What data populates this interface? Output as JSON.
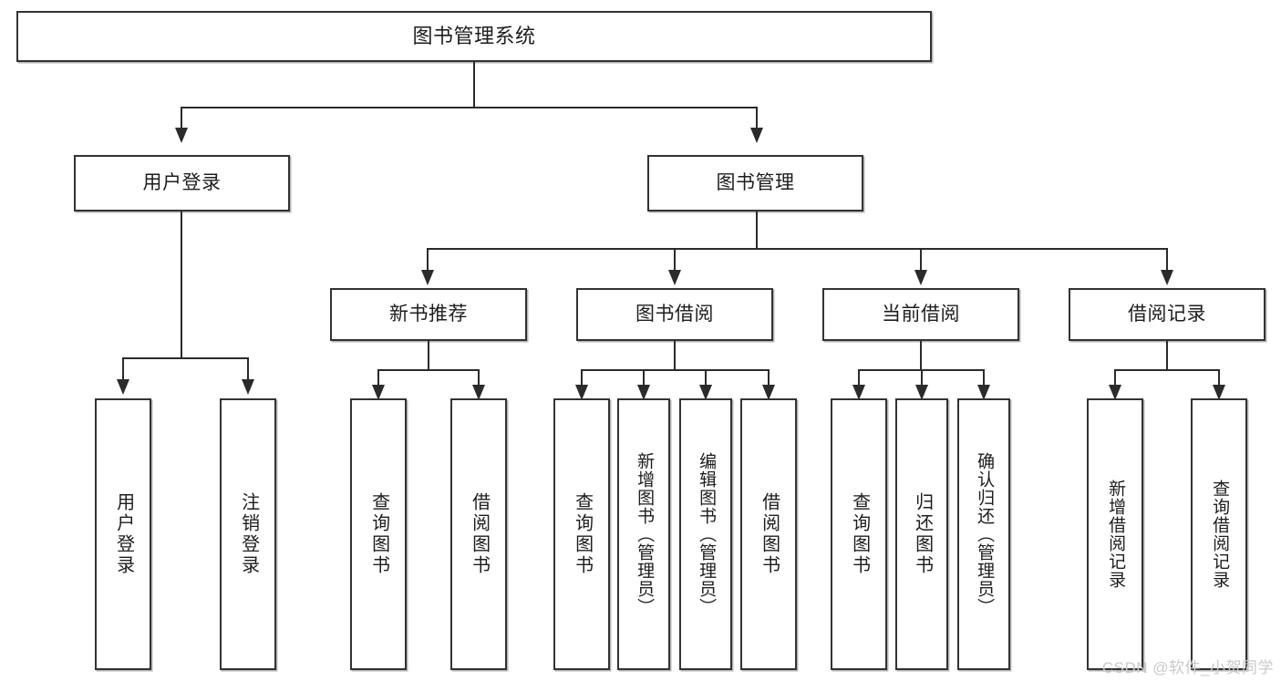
{
  "diagram": {
    "title": "图书管理系统",
    "type": "tree-hierarchy-chart",
    "root": {
      "label": "图书管理系统"
    },
    "level2": [
      {
        "label": "用户登录"
      },
      {
        "label": "图书管理"
      }
    ],
    "level3": [
      {
        "label": "新书推荐"
      },
      {
        "label": "图书借阅"
      },
      {
        "label": "当前借阅"
      },
      {
        "label": "借阅记录"
      }
    ],
    "leaves": {
      "user_login": [
        {
          "label": "用户登录"
        },
        {
          "label": "注销登录"
        }
      ],
      "new_book_recommend": [
        {
          "label": "查询图书"
        },
        {
          "label": "借阅图书"
        }
      ],
      "book_borrow": [
        {
          "label": "查询图书"
        },
        {
          "label": "新增图书（管理员）"
        },
        {
          "label": "编辑图书（管理员）"
        },
        {
          "label": "借阅图书"
        }
      ],
      "current_borrow": [
        {
          "label": "查询图书"
        },
        {
          "label": "归还图书"
        },
        {
          "label": "确认归还（管理员）"
        }
      ],
      "borrow_record": [
        {
          "label": "新增借阅记录"
        },
        {
          "label": "查询借阅记录"
        }
      ]
    }
  },
  "watermark": {
    "text": "CSDN @软件_小贺同学"
  },
  "colors": {
    "box_border": "#333333",
    "line": "#2b2b2b",
    "background": "#ffffff",
    "watermark": "#c9c9c9"
  }
}
